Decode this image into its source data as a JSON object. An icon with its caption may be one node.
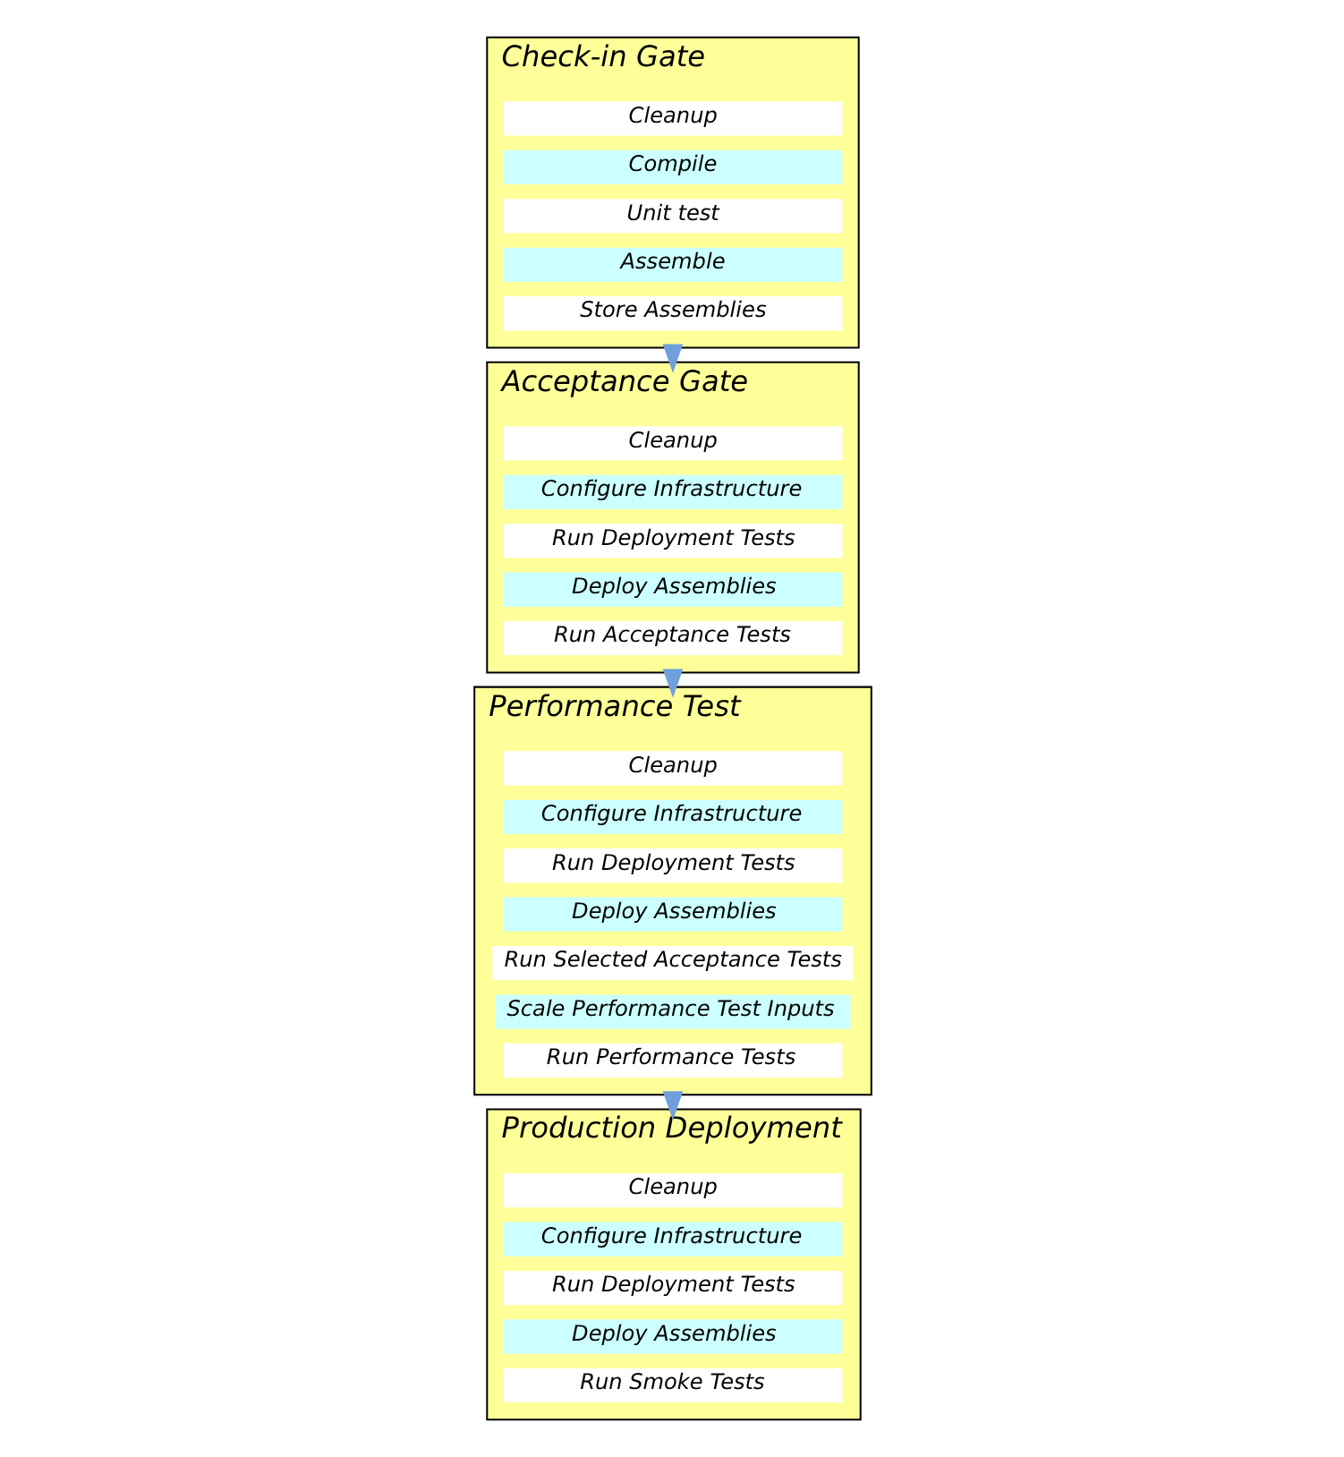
{
  "diagram": {
    "nodes": [
      {
        "text": [
          "Check-in Gate"
        ]
      },
      {
        "text": [
          "Cleanup"
        ],
        "in": 0
      },
      {
        "text": [
          "Compile"
        ],
        "in": 0
      },
      {
        "text": [
          "Unit test"
        ],
        "in": 0
      },
      {
        "text": [
          "Assemble"
        ],
        "in": 0
      },
      {
        "text": [
          "Store Assemblies"
        ],
        "in": 0
      },
      {
        "text": [
          "Acceptance Gate"
        ]
      },
      {
        "text": [
          "Cleanup"
        ],
        "in": 6
      },
      {
        "text": [
          "Configure Infrastructure"
        ],
        "in": 6
      },
      {
        "text": [
          "Run Deployment Tests"
        ],
        "in": 6
      },
      {
        "text": [
          "Deploy Assemblies"
        ],
        "in": 6
      },
      {
        "text": [
          "Run Acceptance Tests"
        ],
        "in": 6
      },
      {
        "text": [
          "Performance Test"
        ]
      },
      {
        "text": [
          "Cleanup"
        ],
        "in": 12
      },
      {
        "text": [
          "Configure Infrastructure"
        ],
        "in": 12
      },
      {
        "text": [
          "Run Deployment Tests"
        ],
        "in": 12
      },
      {
        "text": [
          "Deploy Assemblies"
        ],
        "in": 12
      },
      {
        "text": [
          "Run Selected Acceptance Tests"
        ],
        "in": 12
      },
      {
        "text": [
          "Scale Performance Test Inputs"
        ],
        "in": 12
      },
      {
        "text": [
          "Run Performance Tests"
        ],
        "in": 12
      },
      {
        "text": [
          "Production Deployment"
        ]
      },
      {
        "text": [
          "Cleanup"
        ],
        "in": 20
      },
      {
        "text": [
          "Configure Infrastructure"
        ],
        "in": 20
      },
      {
        "text": [
          "Run Deployment Tests"
        ],
        "in": 20
      },
      {
        "text": [
          "Deploy Assemblies"
        ],
        "in": 20
      },
      {
        "text": [
          "Run Smoke Tests"
        ],
        "in": 20
      }
    ],
    "edges": [
      {
        "from": 0,
        "to": 6,
        "arrow": "to"
      },
      {
        "from": 6,
        "to": 12,
        "arrow": "to"
      },
      {
        "from": 12,
        "to": 20,
        "arrow": "to"
      }
    ]
  }
}
